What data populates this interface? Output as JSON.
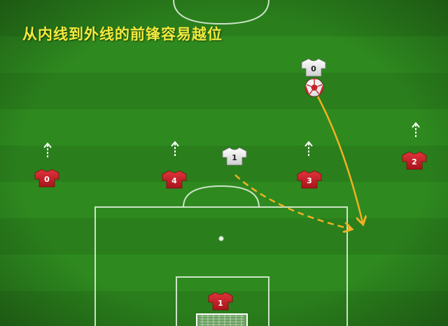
{
  "caption": "从内线到外线的前锋容易越位",
  "colors": {
    "grass_dark": "#2a7f1c",
    "grass_light": "#36951f",
    "lines": "#ffffff",
    "home_shirt": "#c8232b",
    "away_shirt": "#f1f1f1",
    "arrows": "#f2b021",
    "caption": "#f3ea3c"
  },
  "red_team": [
    {
      "number": "0",
      "run": "forward"
    },
    {
      "number": "4",
      "run": "forward"
    },
    {
      "number": "3",
      "run": "forward"
    },
    {
      "number": "2",
      "run": "forward"
    },
    {
      "number": "1",
      "role": "goalkeeper"
    }
  ],
  "white_team": [
    {
      "number": "0",
      "has_ball": true
    },
    {
      "number": "1",
      "has_ball": false
    }
  ],
  "icons": [
    "football-icon",
    "shirt-icon",
    "arrow-icon"
  ]
}
